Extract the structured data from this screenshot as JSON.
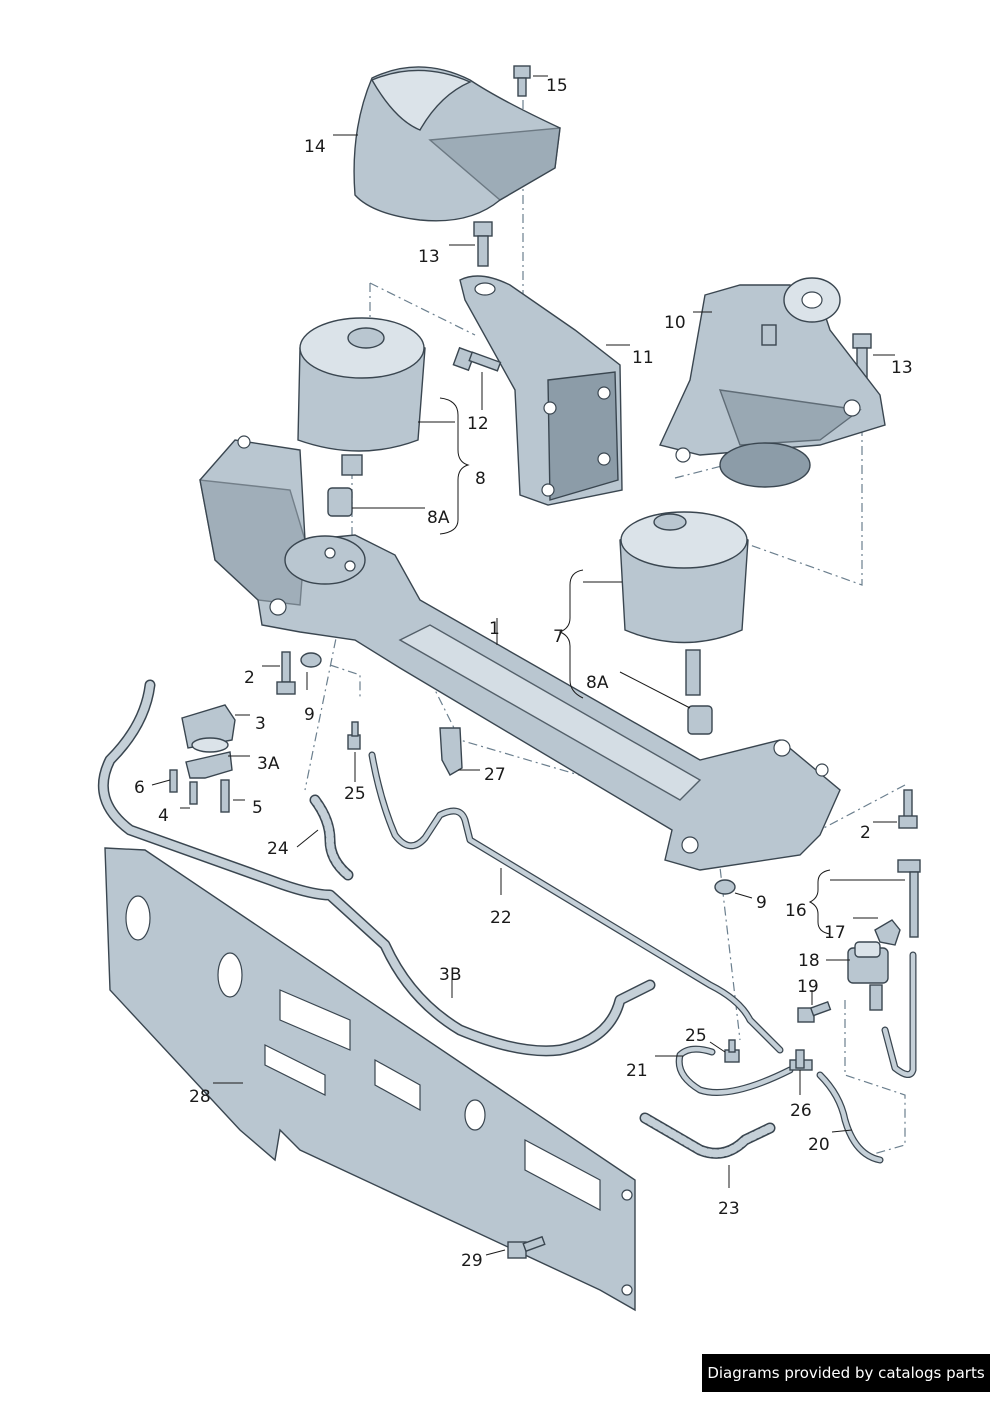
{
  "callouts": {
    "c1": "1",
    "c2a": "2",
    "c2b": "2",
    "c3": "3",
    "c3a": "3A",
    "c3b": "3B",
    "c4": "4",
    "c5": "5",
    "c6": "6",
    "c7": "7",
    "c8": "8",
    "c8a1": "8A",
    "c8a2": "8A",
    "c9a": "9",
    "c9b": "9",
    "c10": "10",
    "c11": "11",
    "c12": "12",
    "c13a": "13",
    "c13b": "13",
    "c14": "14",
    "c15": "15",
    "c16": "16",
    "c17": "17",
    "c18": "18",
    "c19": "19",
    "c20": "20",
    "c21": "21",
    "c22": "22",
    "c23": "23",
    "c24": "24",
    "c25a": "25",
    "c25b": "25",
    "c26": "26",
    "c27": "27",
    "c28": "28",
    "c29": "29"
  },
  "watermark": "Diagrams provided by catalogs parts",
  "colors": {
    "part_fill": "#b9c6d0",
    "outline": "#3a4650",
    "background": "#ffffff"
  }
}
